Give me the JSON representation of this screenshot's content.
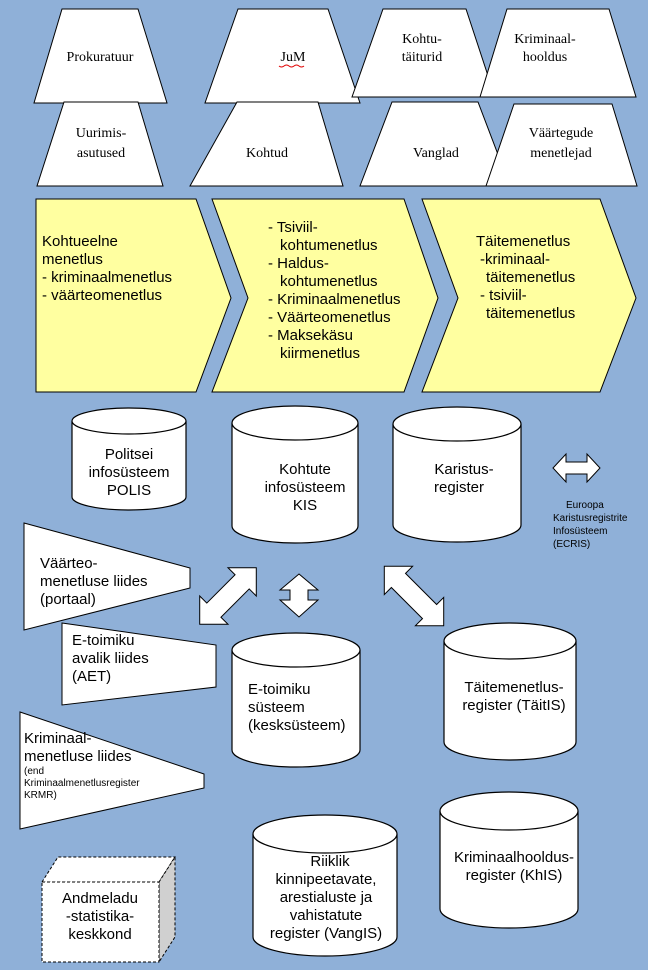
{
  "trapezoids_top": {
    "prokuratuur": "Prokuratuur",
    "jum": "JuM",
    "kohtutaiturid": [
      "Kohtu-",
      "täiturid"
    ],
    "kriminaalhooldus": [
      "Kriminaal-",
      "hooldus"
    ]
  },
  "trapezoids_mid": {
    "uurimisasutused": [
      "Uurimis-",
      "asutused"
    ],
    "kohtud": "Kohtud",
    "vanglad": "Vanglad",
    "vaartegude": [
      "Väärtegude",
      "menetlejad"
    ]
  },
  "chevrons": {
    "kohtueelne": [
      "Kohtueelne",
      "menetlus",
      "- kriminaalmenetlus",
      "- väärteomenetlus"
    ],
    "kohtumenetlus": [
      "- Tsiviil-",
      "kohtumenetlus",
      "- Haldus-",
      "kohtumenetlus",
      "- Kriminaalmenetlus",
      "- Väärteomenetlus",
      "- Maksekäsu",
      "kiirmenetlus"
    ],
    "taitemenetlus": [
      "Täitemenetlus",
      "-kriminaal-",
      "täitemenetlus",
      "- tsiviil-",
      "täitemenetlus"
    ]
  },
  "databases": {
    "polis": [
      "Politsei",
      "infosüsteem",
      "POLIS"
    ],
    "kis": [
      "Kohtute",
      "infosüsteem",
      "KIS"
    ],
    "karistusregister": [
      "Karistus-",
      "register"
    ],
    "etoimik": [
      "E-toimiku",
      "süsteem",
      "(kesksüsteem)"
    ],
    "taitis": [
      "Täitemenetlus-",
      "register (TäitIS)"
    ],
    "khis": [
      "Kriminaalhooldus-",
      "register (KhIS)"
    ],
    "vangis": [
      "Riiklik",
      "kinnipeetavate,",
      "arestialuste ja",
      "vahistatute",
      "register (VangIS)"
    ]
  },
  "ecris": [
    "Euroopa",
    "Karistusregistrite",
    "Infosüsteem",
    "(ECRIS)"
  ],
  "interfaces": {
    "vaarteo": [
      "Väärteo-",
      "menetluse liides",
      "(portaal)"
    ],
    "aet": [
      "E-toimiku",
      "avalik liides",
      "(AET)"
    ],
    "krmr": [
      "Kriminaal-",
      "menetluse liides"
    ],
    "krmr_small": [
      "(end",
      "Kriminaalmenetlusregister",
      "KRMR)"
    ]
  },
  "andmeladu": [
    "Andmeladu",
    "-statistika-",
    "keskkond"
  ],
  "colors": {
    "background": "#8fb0d8",
    "chevron_fill": "#ffffa0",
    "shape_fill": "#ffffff"
  }
}
